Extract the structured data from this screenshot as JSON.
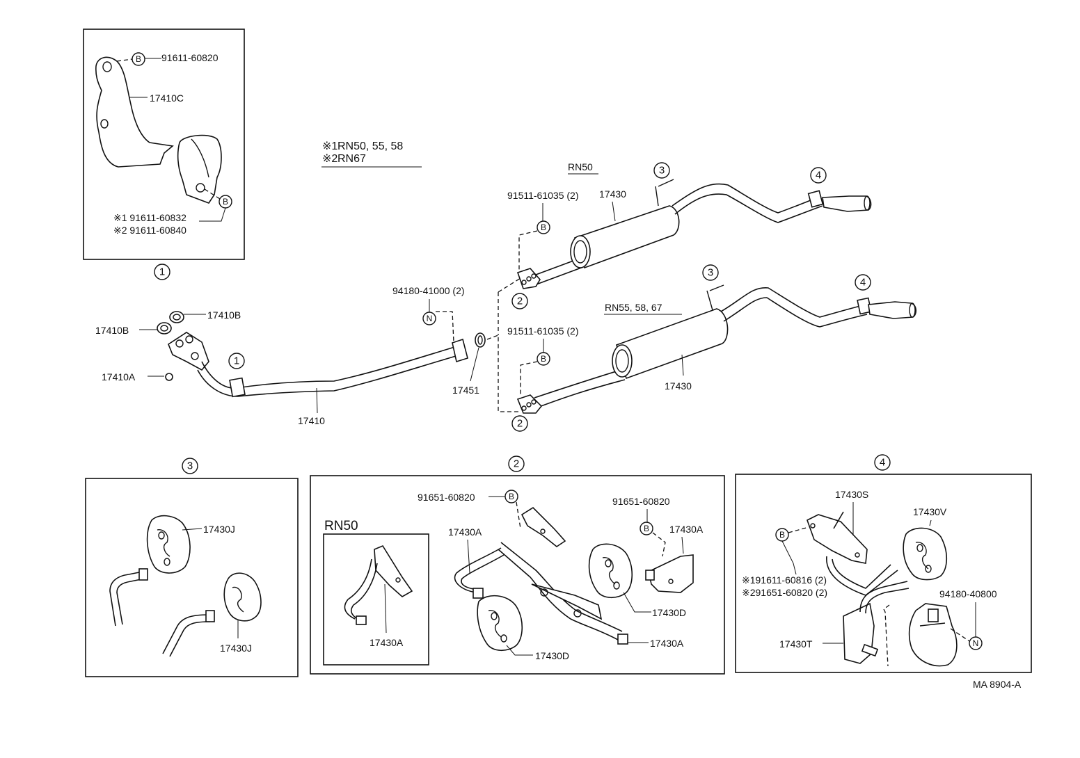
{
  "notes": {
    "note1_mark": "※1",
    "note1_text": "RN50, 55, 58",
    "note2_mark": "※2",
    "note2_text": "RN67"
  },
  "variants": {
    "rn50": "RN50",
    "rn55": "RN55, 58, 67",
    "rn50_box": "RN50"
  },
  "callouts": {
    "c1": "1",
    "c2": "2",
    "c3": "3",
    "c4": "4",
    "b": "B",
    "n": "N"
  },
  "parts": {
    "p91611_60820": "91611-60820",
    "p17410C": "17410C",
    "p91611_60832": "※1 91611-60832",
    "p91611_60840": "※2 91611-60840",
    "p17410B_a": "17410B",
    "p17410B_b": "17410B",
    "p17410A": "17410A",
    "p17410": "17410",
    "p94180_41000": "94180-41000 (2)",
    "p17451": "17451",
    "p91511_61035_a": "91511-61035 (2)",
    "p91511_61035_b": "91511-61035 (2)",
    "p17430_a": "17430",
    "p17430_b": "17430",
    "p17430J_a": "17430J",
    "p17430J_b": "17430J",
    "p91651_60820_a": "91651-60820",
    "p91651_60820_b": "91651-60820",
    "p17430A_a": "17430A",
    "p17430A_b": "17430A",
    "p17430A_c": "17430A",
    "p17430A_d": "17430A",
    "p17430D_a": "17430D",
    "p17430D_b": "17430D",
    "p17430S": "17430S",
    "p17430V": "17430V",
    "p91611_60816": "※191611-60816 (2)",
    "p91651_60820_c": "※291651-60820 (2)",
    "p94180_40800": "94180-40800",
    "p17430T": "17430T"
  },
  "figure_code": "MA 8904-A"
}
